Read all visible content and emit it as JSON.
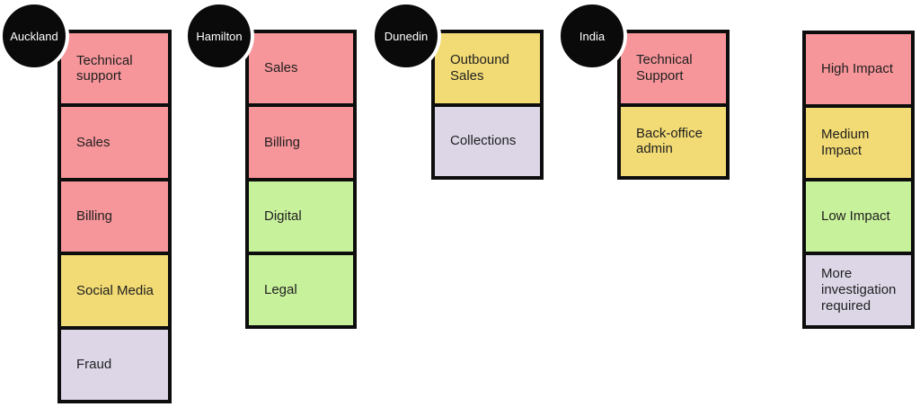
{
  "diagram": {
    "colors": {
      "high": "#F7969A",
      "medium": "#F2DB74",
      "low": "#C8F19C",
      "investigate": "#DCD6E7",
      "badge_fill": "#0A0A0A",
      "badge_text": "#FFFFFF",
      "box_border": "#0D0D0D"
    },
    "columns": [
      {
        "label": "Auckland",
        "items": [
          {
            "label": "Technical support",
            "level": "high"
          },
          {
            "label": "Sales",
            "level": "high"
          },
          {
            "label": "Billing",
            "level": "high"
          },
          {
            "label": "Social Media",
            "level": "medium"
          },
          {
            "label": "Fraud",
            "level": "investigate"
          }
        ]
      },
      {
        "label": "Hamilton",
        "items": [
          {
            "label": "Sales",
            "level": "high"
          },
          {
            "label": "Billing",
            "level": "high"
          },
          {
            "label": "Digital",
            "level": "low"
          },
          {
            "label": "Legal",
            "level": "low"
          }
        ]
      },
      {
        "label": "Dunedin",
        "items": [
          {
            "label": "Outbound Sales",
            "level": "medium"
          },
          {
            "label": "Collections",
            "level": "investigate"
          }
        ]
      },
      {
        "label": "India",
        "items": [
          {
            "label": "Technical Support",
            "level": "high"
          },
          {
            "label": "Back-office admin",
            "level": "medium"
          }
        ]
      }
    ],
    "legend": {
      "items": [
        {
          "label": "High Impact",
          "level": "high"
        },
        {
          "label": "Medium Impact",
          "level": "medium"
        },
        {
          "label": "Low Impact",
          "level": "low"
        },
        {
          "label": "More investigation required",
          "level": "investigate"
        }
      ]
    }
  }
}
